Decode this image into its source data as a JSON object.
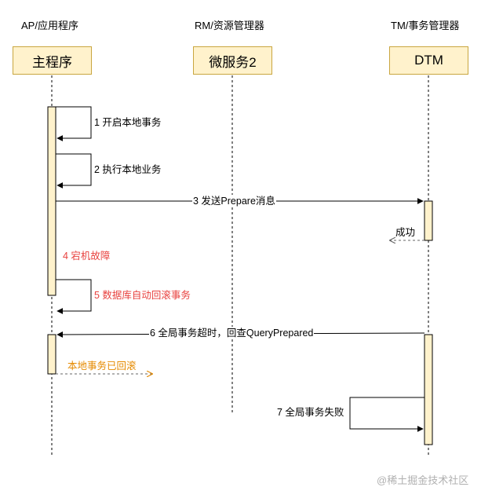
{
  "participants": [
    {
      "role": "AP/应用程序",
      "name": "主程序"
    },
    {
      "role": "RM/资源管理器",
      "name": "微服务2"
    },
    {
      "role": "TM/事务管理器",
      "name": "DTM"
    }
  ],
  "messages": {
    "m1": "1 开启本地事务",
    "m2": "2 执行本地业务",
    "m3": "3 发送Prepare消息",
    "m3_reply": "成功",
    "m4": "4 宕机故障",
    "m5": "5 数据库自动回滚事务",
    "m6": "6 全局事务超时，回查QueryPrepared",
    "m6_reply": "本地事务已回滚",
    "m7": "7 全局事务失败"
  },
  "colors": {
    "box_fill": "#fff2cc",
    "box_border": "#c9a640",
    "failure_red": "#e8423f",
    "reply_orange": "#e58a00"
  },
  "watermark": "@稀土掘金技术社区"
}
